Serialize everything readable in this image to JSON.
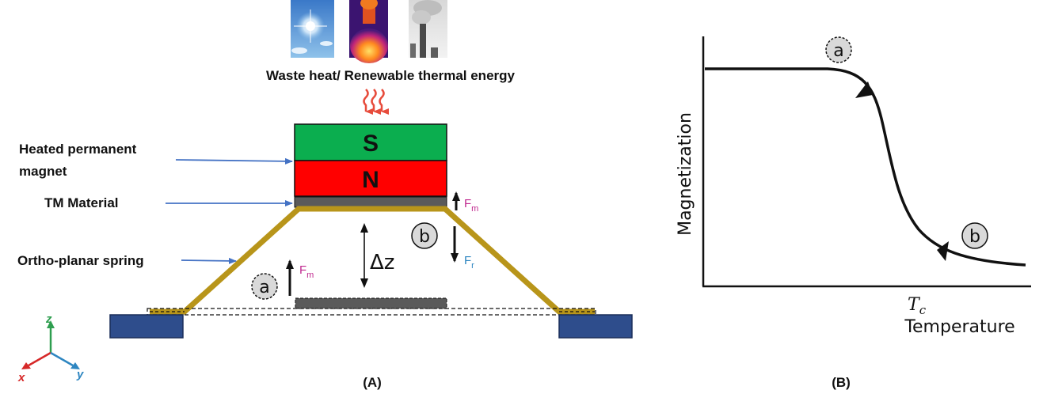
{
  "panel_a": {
    "heat_source_images": [
      {
        "name": "sun-sky-image"
      },
      {
        "name": "thermal-body-image"
      },
      {
        "name": "smokestack-image"
      }
    ],
    "heat_label": "Waste heat/ Renewable thermal energy",
    "magnet_label_line1": "Heated permanent",
    "magnet_label_line2": "magnet",
    "tm_label": "TM Material",
    "spring_label": "Ortho-planar spring",
    "south_pole": "S",
    "north_pole": "N",
    "force_magnetic": "F",
    "force_magnetic_sub": "m",
    "force_restoring": "F",
    "force_restoring_sub": "r",
    "displacement": "Δz",
    "state_a": "a",
    "state_b": "b",
    "axis_z": "z",
    "axis_x": "x",
    "axis_y": "y",
    "caption": "(A)",
    "colors": {
      "south": "#0bae4f",
      "north": "#ff0000",
      "spring": "#b8951a",
      "base": "#2e4d8c",
      "tm": "#5a5a5a",
      "arrow_blue": "#4472c4",
      "force_m": "#c0298f",
      "force_r": "#2e86c1",
      "heat_wave": "#e74c3c"
    }
  },
  "panel_b": {
    "ylabel": "Magnetization",
    "xlabel": "Temperature",
    "tc_label": "T",
    "tc_sub": "c",
    "state_a": "a",
    "state_b": "b",
    "caption": "(B)"
  }
}
